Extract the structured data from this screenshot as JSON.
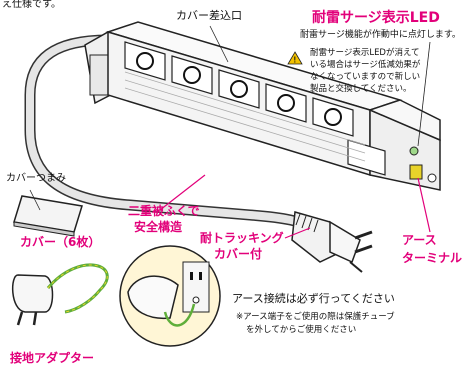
{
  "header": {
    "top_left": "え仕様です。"
  },
  "labels": {
    "cover_slot": "カバー差込口",
    "surge_led_title": "耐雷サージ表示LED",
    "surge_led_desc": "耐雷サージ機能が作動中に点灯します。",
    "warning_line1": "耐雷サージ表示LEDが消えて",
    "warning_line2": "いる場合はサージ低減効果が",
    "warning_line3": "なくなっていますので新しい",
    "warning_line4": "製品と交換してください。",
    "cover_tab": "カバーつまみ",
    "cover_count": "カバー（6枚）",
    "double_cover_1": "二重被ふくで",
    "double_cover_2": "安全構造",
    "anti_tracking_1": "耐トラッキング",
    "anti_tracking_2": "カバー付",
    "earth_terminal_1": "アース",
    "earth_terminal_2": "ターミナル",
    "ground_adapter": "接地アダプター",
    "earth_note_title": "アース接続は必ず行ってください",
    "earth_note_line1": "※アース端子をご使用の際は保護チューブ",
    "earth_note_line2": "を外してからご使用ください"
  },
  "colors": {
    "accent": "#e2007a",
    "cable": "#d9d9d9",
    "outline": "#222222",
    "wire_green": "#5fae3a",
    "wire_yellow": "#e8d32a"
  },
  "icons": [
    "warning-icon",
    "power-strip-illustration",
    "plug-illustration",
    "ground-adapter-illustration",
    "outlet-illustration"
  ]
}
